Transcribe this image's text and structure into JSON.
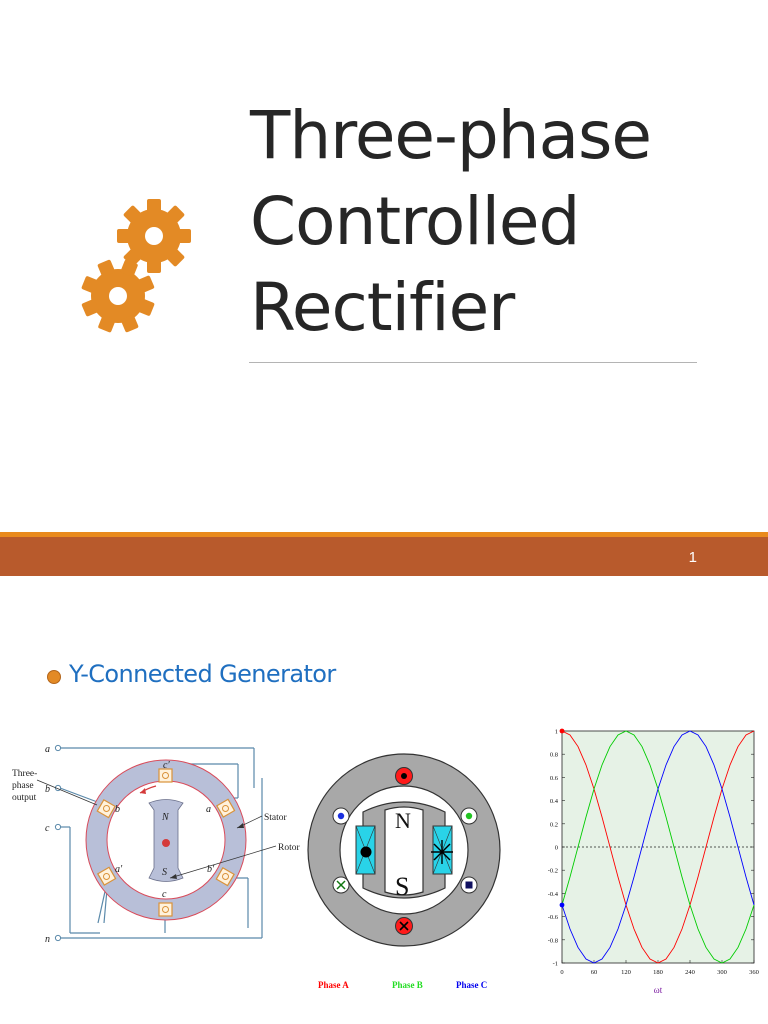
{
  "slide1": {
    "title_lines": [
      "Three-phase",
      "Controlled",
      "Rectifier"
    ],
    "page_number": "1",
    "icon": "gears-icon",
    "colors": {
      "accent": "#e38a25",
      "footer": "#b85a2c",
      "footer_stripe": "#e98a1d",
      "title": "#262626"
    }
  },
  "slide2": {
    "bullet": "Y-Connected Generator",
    "bullet_color": "#1f6fc0",
    "generator_diagram": {
      "terminals": [
        "a",
        "b",
        "c",
        "n"
      ],
      "output_label_lines": [
        "Three-",
        "phase",
        "output"
      ],
      "coils": [
        "a",
        "b",
        "c",
        "a′",
        "b′",
        "c′"
      ],
      "rotor_poles": [
        "N",
        "S"
      ],
      "stator_label": "Stator",
      "rotor_label": "Rotor"
    },
    "animation_frame": {
      "poles": [
        "N",
        "S"
      ],
      "legend": [
        {
          "label": "Phase A",
          "color": "#ff0000"
        },
        {
          "label": "Phase B",
          "color": "#22dd22"
        },
        {
          "label": "Phase C",
          "color": "#0000ee"
        }
      ]
    }
  },
  "chart_data": {
    "type": "line",
    "xlabel": "ωt",
    "ylabel": "",
    "title": "",
    "xlim": [
      0,
      360
    ],
    "ylim": [
      -1,
      1
    ],
    "x_ticks": [
      0,
      60,
      120,
      180,
      240,
      300,
      360
    ],
    "y_ticks": [
      1,
      0.8,
      0.6,
      0.4,
      0.2,
      0,
      -0.2,
      -0.4,
      -0.6,
      -0.8,
      -1
    ],
    "x": [
      0,
      15,
      30,
      45,
      60,
      75,
      90,
      105,
      120,
      135,
      150,
      165,
      180,
      195,
      210,
      225,
      240,
      255,
      270,
      285,
      300,
      315,
      330,
      345,
      360
    ],
    "series": [
      {
        "color": "#ff0000",
        "values": [
          1,
          0.966,
          0.866,
          0.707,
          0.5,
          0.259,
          0,
          -0.259,
          -0.5,
          -0.707,
          -0.866,
          -0.966,
          -1,
          -0.966,
          -0.866,
          -0.707,
          -0.5,
          -0.259,
          0,
          0.259,
          0.5,
          0.707,
          0.866,
          0.966,
          1
        ]
      },
      {
        "color": "#00cc00",
        "values": [
          -0.5,
          -0.259,
          0,
          0.259,
          0.5,
          0.707,
          0.866,
          0.966,
          1,
          0.966,
          0.866,
          0.707,
          0.5,
          0.259,
          0,
          -0.259,
          -0.5,
          -0.707,
          -0.866,
          -0.966,
          -1,
          -0.966,
          -0.866,
          -0.707,
          -0.5
        ]
      },
      {
        "color": "#0000ff",
        "values": [
          -0.5,
          -0.707,
          -0.866,
          -0.966,
          -1,
          -0.966,
          -0.866,
          -0.707,
          -0.5,
          -0.259,
          0,
          0.259,
          0.5,
          0.707,
          0.866,
          0.966,
          1,
          0.966,
          0.866,
          0.707,
          0.5,
          0.259,
          0,
          -0.259,
          -0.5
        ]
      }
    ],
    "markers": [
      {
        "x": 0,
        "y": 1,
        "color": "#ff0000"
      },
      {
        "x": 0,
        "y": -0.5,
        "color": "#0000ff"
      }
    ],
    "background": "#e6f2e6",
    "zero_line": "dotted"
  }
}
